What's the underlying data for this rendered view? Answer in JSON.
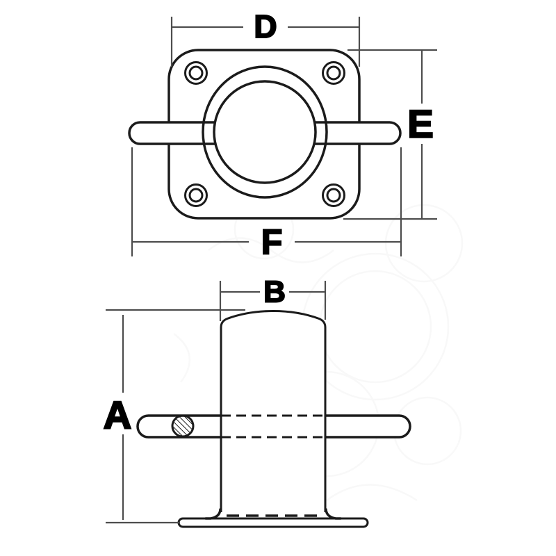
{
  "diagram": {
    "description": "Two-view black-and-white technical line drawing of a flange-mounted mooring bollard with a cross pin: top view of the square mounting plate above, side elevation of the post below",
    "background_color": "#ffffff",
    "object_line_color": "#1b1b1b",
    "dimension_line_color": "#4d4d4d",
    "label_color": "#000000",
    "labels": {
      "a": "A",
      "b": "B",
      "d": "D",
      "e": "E",
      "f": "F"
    },
    "views": {
      "top_view": {
        "name": "plate-top-view",
        "dimension_labels": [
          "D",
          "E",
          "F"
        ]
      },
      "side_view": {
        "name": "post-side-view",
        "dimension_labels": [
          "A",
          "B"
        ]
      }
    }
  }
}
